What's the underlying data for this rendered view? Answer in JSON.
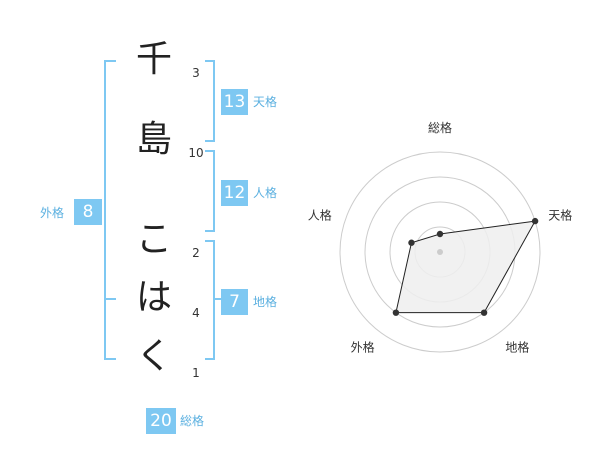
{
  "name": {
    "chars": [
      {
        "char": "千",
        "strokes": "3"
      },
      {
        "char": "島",
        "strokes": "10"
      },
      {
        "char": "こ",
        "strokes": "2"
      },
      {
        "char": "は",
        "strokes": "4"
      },
      {
        "char": "く",
        "strokes": "1"
      }
    ]
  },
  "fortune": {
    "tenkaku": {
      "value": "13",
      "label": "天格"
    },
    "jinkaku": {
      "value": "12",
      "label": "人格"
    },
    "chikaku": {
      "value": "7",
      "label": "地格"
    },
    "gaikaku": {
      "value": "8",
      "label": "外格"
    },
    "soukaku": {
      "value": "20",
      "label": "総格"
    }
  },
  "colors": {
    "accent": "#7ec8f2",
    "accent_text": "#5bb0e0",
    "radar_fill": "#eeeeee",
    "radar_grid": "#cccccc",
    "point": "#333333"
  },
  "chart_data": {
    "type": "radar",
    "axes": [
      "総格",
      "天格",
      "地格",
      "外格",
      "人格"
    ],
    "values": [
      0.18,
      1.0,
      0.75,
      0.75,
      0.3
    ],
    "rings": 4
  }
}
